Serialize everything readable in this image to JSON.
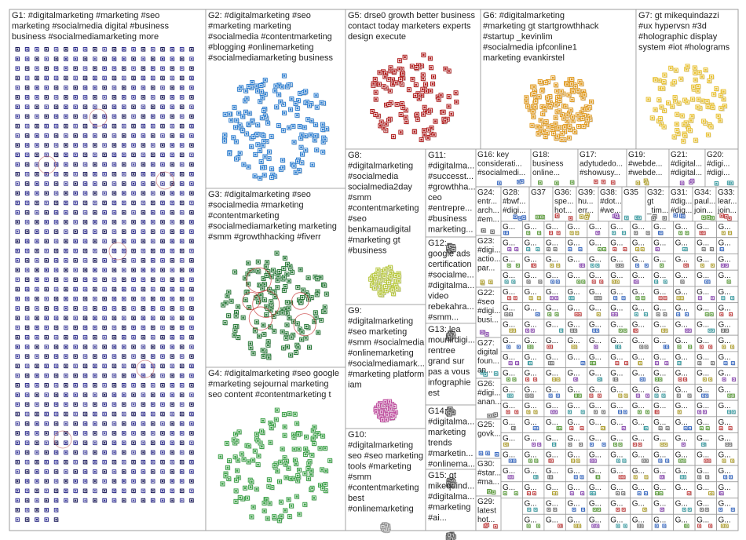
{
  "groups": [
    {
      "id": "G1",
      "lines": [
        "G1: #digitalmarketing #marketing #seo",
        "marketing #socialmedia digital #business",
        "business #socialmediamarketing more"
      ],
      "color": "#2a2a6a"
    },
    {
      "id": "G2",
      "lines": [
        "G2: #digitalmarketing #seo",
        "#marketing marketing",
        "#socialmedia #contentmarketing",
        "#blogging #onlinemarketing",
        "#socialmediamarketing business"
      ],
      "color": "#2f7fd0"
    },
    {
      "id": "G3",
      "lines": [
        "G3: #digitalmarketing #seo",
        "#socialmedia #marketing",
        "#contentmarketing",
        "#socialmediamarketing marketing",
        "#smm #growthhacking #fiverr"
      ],
      "color": "#2a7a3a"
    },
    {
      "id": "G4",
      "lines": [
        "G4: #digitalmarketing #seo google",
        "#marketing sejournal marketing",
        "seo content #contentmarketing t"
      ],
      "color": "#3aa046"
    },
    {
      "id": "G5",
      "lines": [
        "G5: drse0 growth better business",
        "contact today marketers experts",
        "design execute"
      ],
      "color": "#b02020"
    },
    {
      "id": "G6",
      "lines": [
        "G6: #digitalmarketing",
        "#marketing gt startgrowthhack",
        "#startup _kevinlim",
        "#socialmedia ipfconline1",
        "marketing evankirstel"
      ],
      "color": "#e09a20"
    },
    {
      "id": "G7",
      "lines": [
        "G7: gt mikequindazzi",
        "#ux hypervsn #3d",
        "#holographic display",
        "system #iot #holograms"
      ],
      "color": "#e8c030"
    },
    {
      "id": "G8",
      "lines": [
        "G8:",
        "#digitalmarketing",
        "#socialmedia",
        "socialmedia2day",
        "#smm",
        "#contentmarketing",
        "#seo",
        "benkamaudigital",
        "#marketing gt",
        "#business"
      ],
      "color": "#b8c840"
    },
    {
      "id": "G9",
      "lines": [
        "G9:",
        "#digitalmarketing",
        "#seo marketing",
        "#smm #socialmedia",
        "#onlinemarketing",
        "#socialmediamark...",
        "#marketing platform",
        "iam"
      ],
      "color": "#c050a0"
    },
    {
      "id": "G10",
      "lines": [
        "G10:",
        "#digitalmarketing",
        "seo #seo marketing",
        "tools #marketing",
        "#smm",
        "#contentmarketing",
        "best",
        "#onlinemarketing"
      ],
      "color": "#909090"
    },
    {
      "id": "G11",
      "lines": [
        "G11:",
        "#digitalma...",
        "#successt...",
        "#growthha...",
        "ceo",
        "#entrepre...",
        "#business",
        "marketing..."
      ],
      "color": "#555"
    },
    {
      "id": "G12",
      "lines": [
        "G12:",
        "google ads",
        "certification",
        "#socialme...",
        "#digitalma...",
        "video",
        "rebekahra...",
        "#smm..."
      ],
      "color": "#555"
    },
    {
      "id": "G13",
      "lines": [
        "G13: lea",
        "mounirdigi...",
        "rentree",
        "grand sur",
        "pas a vous",
        "infographie",
        "est"
      ],
      "color": "#555"
    },
    {
      "id": "G14",
      "lines": [
        "G14:",
        "#digitalma...",
        "marketing",
        "trends",
        "#marketin...",
        "#onlinema..."
      ],
      "color": "#555"
    },
    {
      "id": "G15",
      "lines": [
        "G15: gt",
        "mikequind...",
        "#digitalma...",
        "#marketing",
        "#ai..."
      ],
      "color": "#555"
    }
  ],
  "small_groups": [
    {
      "id": "G16",
      "lines": [
        "G16: key",
        "considerati...",
        "#socialmedi..."
      ]
    },
    {
      "id": "G18",
      "lines": [
        "G18:",
        "business",
        "online..."
      ]
    },
    {
      "id": "G17",
      "lines": [
        "G17:",
        "adytudedo...",
        "#showusy..."
      ]
    },
    {
      "id": "G19",
      "lines": [
        "G19:",
        "#webde...",
        "#webde..."
      ]
    },
    {
      "id": "G21",
      "lines": [
        "G21:",
        "#digital...",
        "#digital..."
      ]
    },
    {
      "id": "G20",
      "lines": [
        "G20:",
        "#digi...",
        "#digi..."
      ]
    },
    {
      "id": "G24",
      "lines": [
        "G24:",
        "entr...",
        "arch...",
        "#em..."
      ]
    },
    {
      "id": "G28",
      "lines": [
        "G28:",
        "#bwf...",
        "#digi..."
      ]
    },
    {
      "id": "G37",
      "lines": [
        "G37"
      ]
    },
    {
      "id": "G36",
      "lines": [
        "G36:",
        "spe...",
        "hot..."
      ]
    },
    {
      "id": "G39",
      "lines": [
        "G39:",
        "hu...",
        "err..."
      ]
    },
    {
      "id": "G38",
      "lines": [
        "G38:",
        "#dot...",
        "#we..."
      ]
    },
    {
      "id": "G35",
      "lines": [
        "G35"
      ]
    },
    {
      "id": "G32",
      "lines": [
        "G32:",
        "gt",
        "_tim..."
      ]
    },
    {
      "id": "G31",
      "lines": [
        "G31:",
        "#dig...",
        "#dig..."
      ]
    },
    {
      "id": "G34",
      "lines": [
        "G34:",
        "paul...",
        "join..."
      ]
    },
    {
      "id": "G33",
      "lines": [
        "G33:",
        "lear...",
        "join..."
      ]
    },
    {
      "id": "G23",
      "lines": [
        "G23:",
        "#digi...",
        "actio...",
        "par..."
      ]
    },
    {
      "id": "G22",
      "lines": [
        "G22:",
        "#seo",
        "#digi...",
        "busi..."
      ]
    },
    {
      "id": "G27",
      "lines": [
        "G27:",
        "digital",
        "foun...",
        "an..."
      ]
    },
    {
      "id": "G26",
      "lines": [
        "G26:",
        "#digi...",
        "anan..."
      ]
    },
    {
      "id": "G25",
      "lines": [
        "G25:",
        "govk..."
      ]
    },
    {
      "id": "G30",
      "lines": [
        "G30:",
        "#star...",
        "#ma..."
      ]
    },
    {
      "id": "G29",
      "lines": [
        "G29:",
        "latest",
        "hot..."
      ]
    }
  ],
  "tiny_group_label": "G..."
}
